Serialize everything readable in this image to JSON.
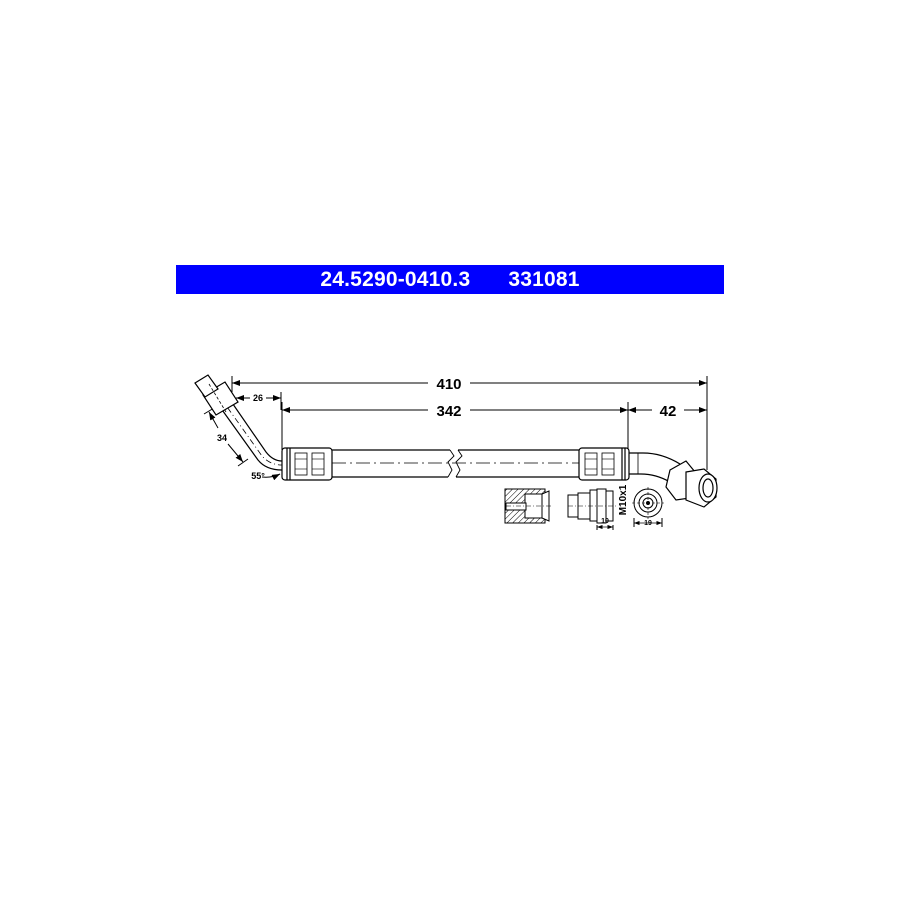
{
  "header": {
    "part_number": "24.5290-0410.3",
    "reference_number": "331081",
    "background_color": "#0000ff",
    "text_color": "#ffffff"
  },
  "drawing": {
    "subject": "brake-hose",
    "dimensions": {
      "overall_length": "410",
      "hose_length": "342",
      "right_fitting_length": "42",
      "left_offset": "26",
      "left_bend_length": "34",
      "bend_angle": "55°"
    },
    "detail_views": {
      "thread_label": "M10x1",
      "fitting_length": "10",
      "hex_width": "19"
    },
    "line_color": "#000000"
  }
}
